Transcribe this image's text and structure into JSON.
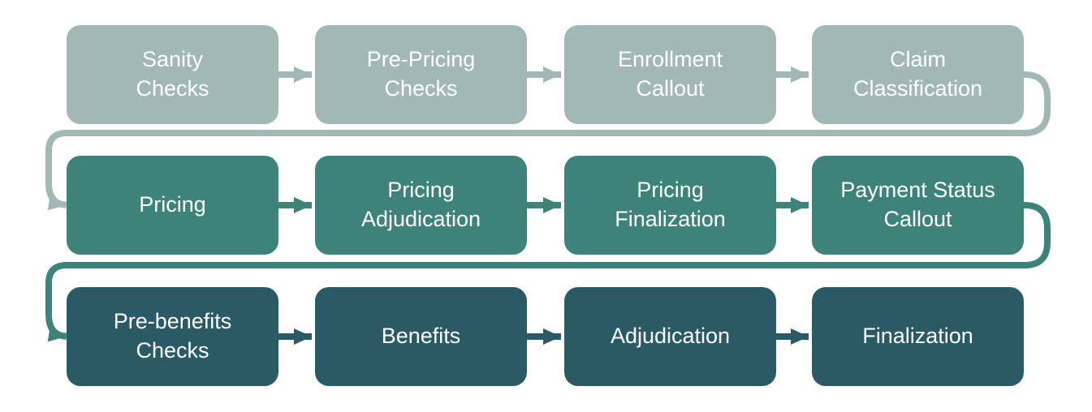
{
  "diagram": {
    "description": "Claims processing flow diagram with three stages of four steps each, connected left-to-right with wrap-around connectors between rows",
    "background_color": "#ffffff",
    "text_color": "#ffffff",
    "rows": [
      {
        "name": "pre-pricing-stage",
        "color": "#a2b8b4",
        "boxes": [
          {
            "label": "Sanity\nChecks"
          },
          {
            "label": "Pre-Pricing\nChecks"
          },
          {
            "label": "Enrollment\nCallout"
          },
          {
            "label": "Claim\nClassification"
          }
        ]
      },
      {
        "name": "pricing-stage",
        "color": "#3e837a",
        "boxes": [
          {
            "label": "Pricing"
          },
          {
            "label": "Pricing\nAdjudication"
          },
          {
            "label": "Pricing\nFinalization"
          },
          {
            "label": "Payment Status\nCallout"
          }
        ]
      },
      {
        "name": "benefits-stage",
        "color": "#2b5a67",
        "boxes": [
          {
            "label": "Pre-benefits\nChecks"
          },
          {
            "label": "Benefits"
          },
          {
            "label": "Adjudication"
          },
          {
            "label": "Finalization"
          }
        ]
      }
    ]
  }
}
